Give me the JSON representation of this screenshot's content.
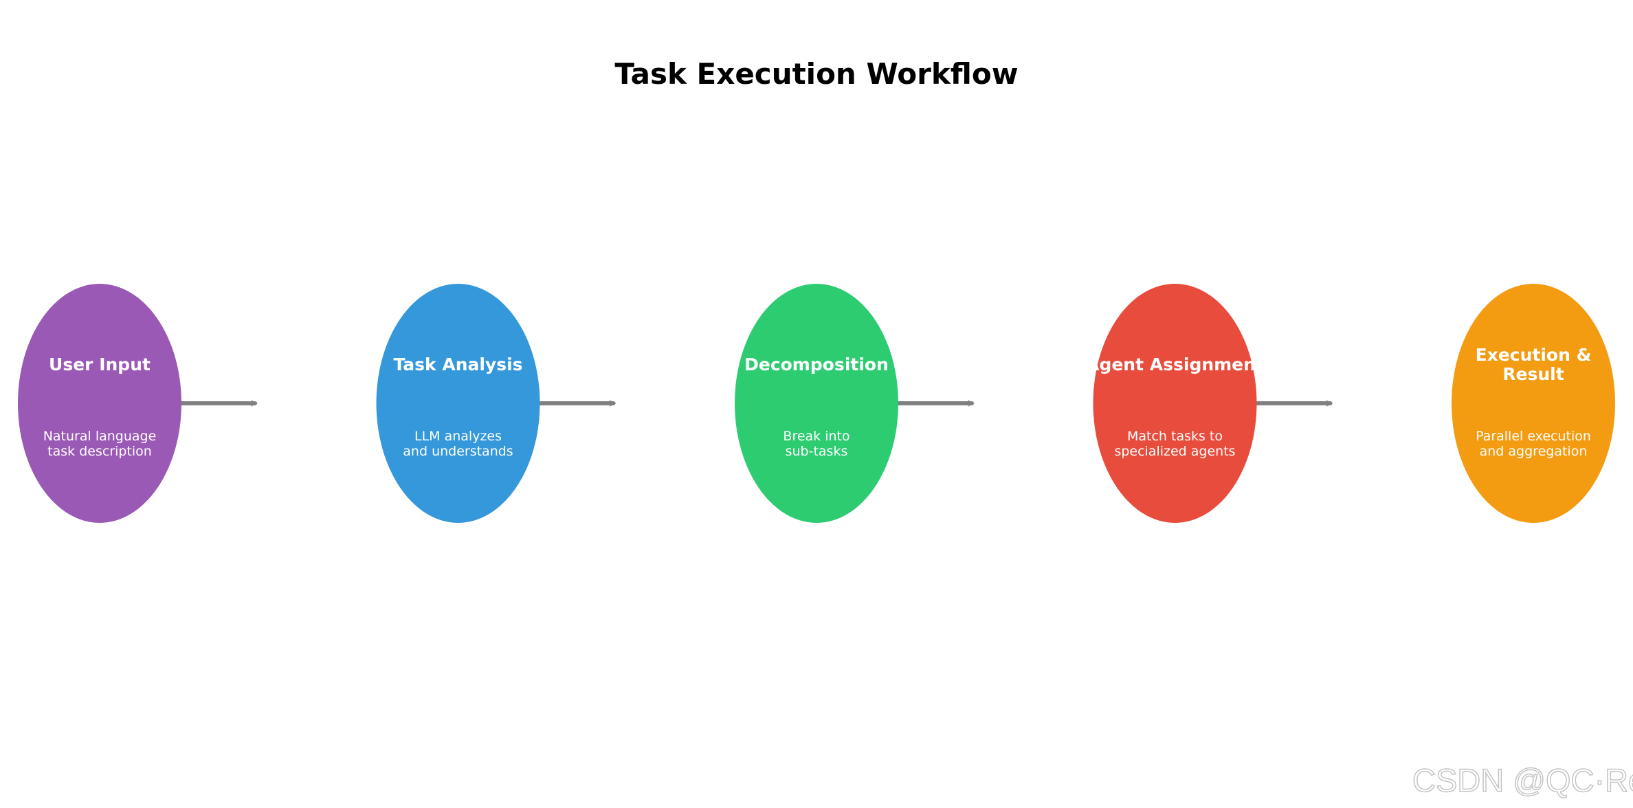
{
  "title": "Task Execution Workflow",
  "arrow_color": "#808080",
  "steps": [
    {
      "id": "user-input",
      "title_lines": [
        "User Input"
      ],
      "desc_lines": [
        "Natural language",
        "task description"
      ],
      "color": "#9b59b6"
    },
    {
      "id": "task-analysis",
      "title_lines": [
        "Task Analysis"
      ],
      "desc_lines": [
        "LLM analyzes",
        "and understands"
      ],
      "color": "#3498db"
    },
    {
      "id": "decomposition",
      "title_lines": [
        "Decomposition"
      ],
      "desc_lines": [
        "Break into",
        "sub-tasks"
      ],
      "color": "#2ecc71"
    },
    {
      "id": "agent-assignment",
      "title_lines": [
        "Agent Assignment"
      ],
      "desc_lines": [
        "Match tasks to",
        "specialized agents"
      ],
      "color": "#e74c3c"
    },
    {
      "id": "execution-result",
      "title_lines": [
        "Execution &",
        "Result"
      ],
      "desc_lines": [
        "Parallel execution",
        "and aggregation"
      ],
      "color": "#f39c12"
    }
  ],
  "watermark": "CSDN @QC·Rex"
}
